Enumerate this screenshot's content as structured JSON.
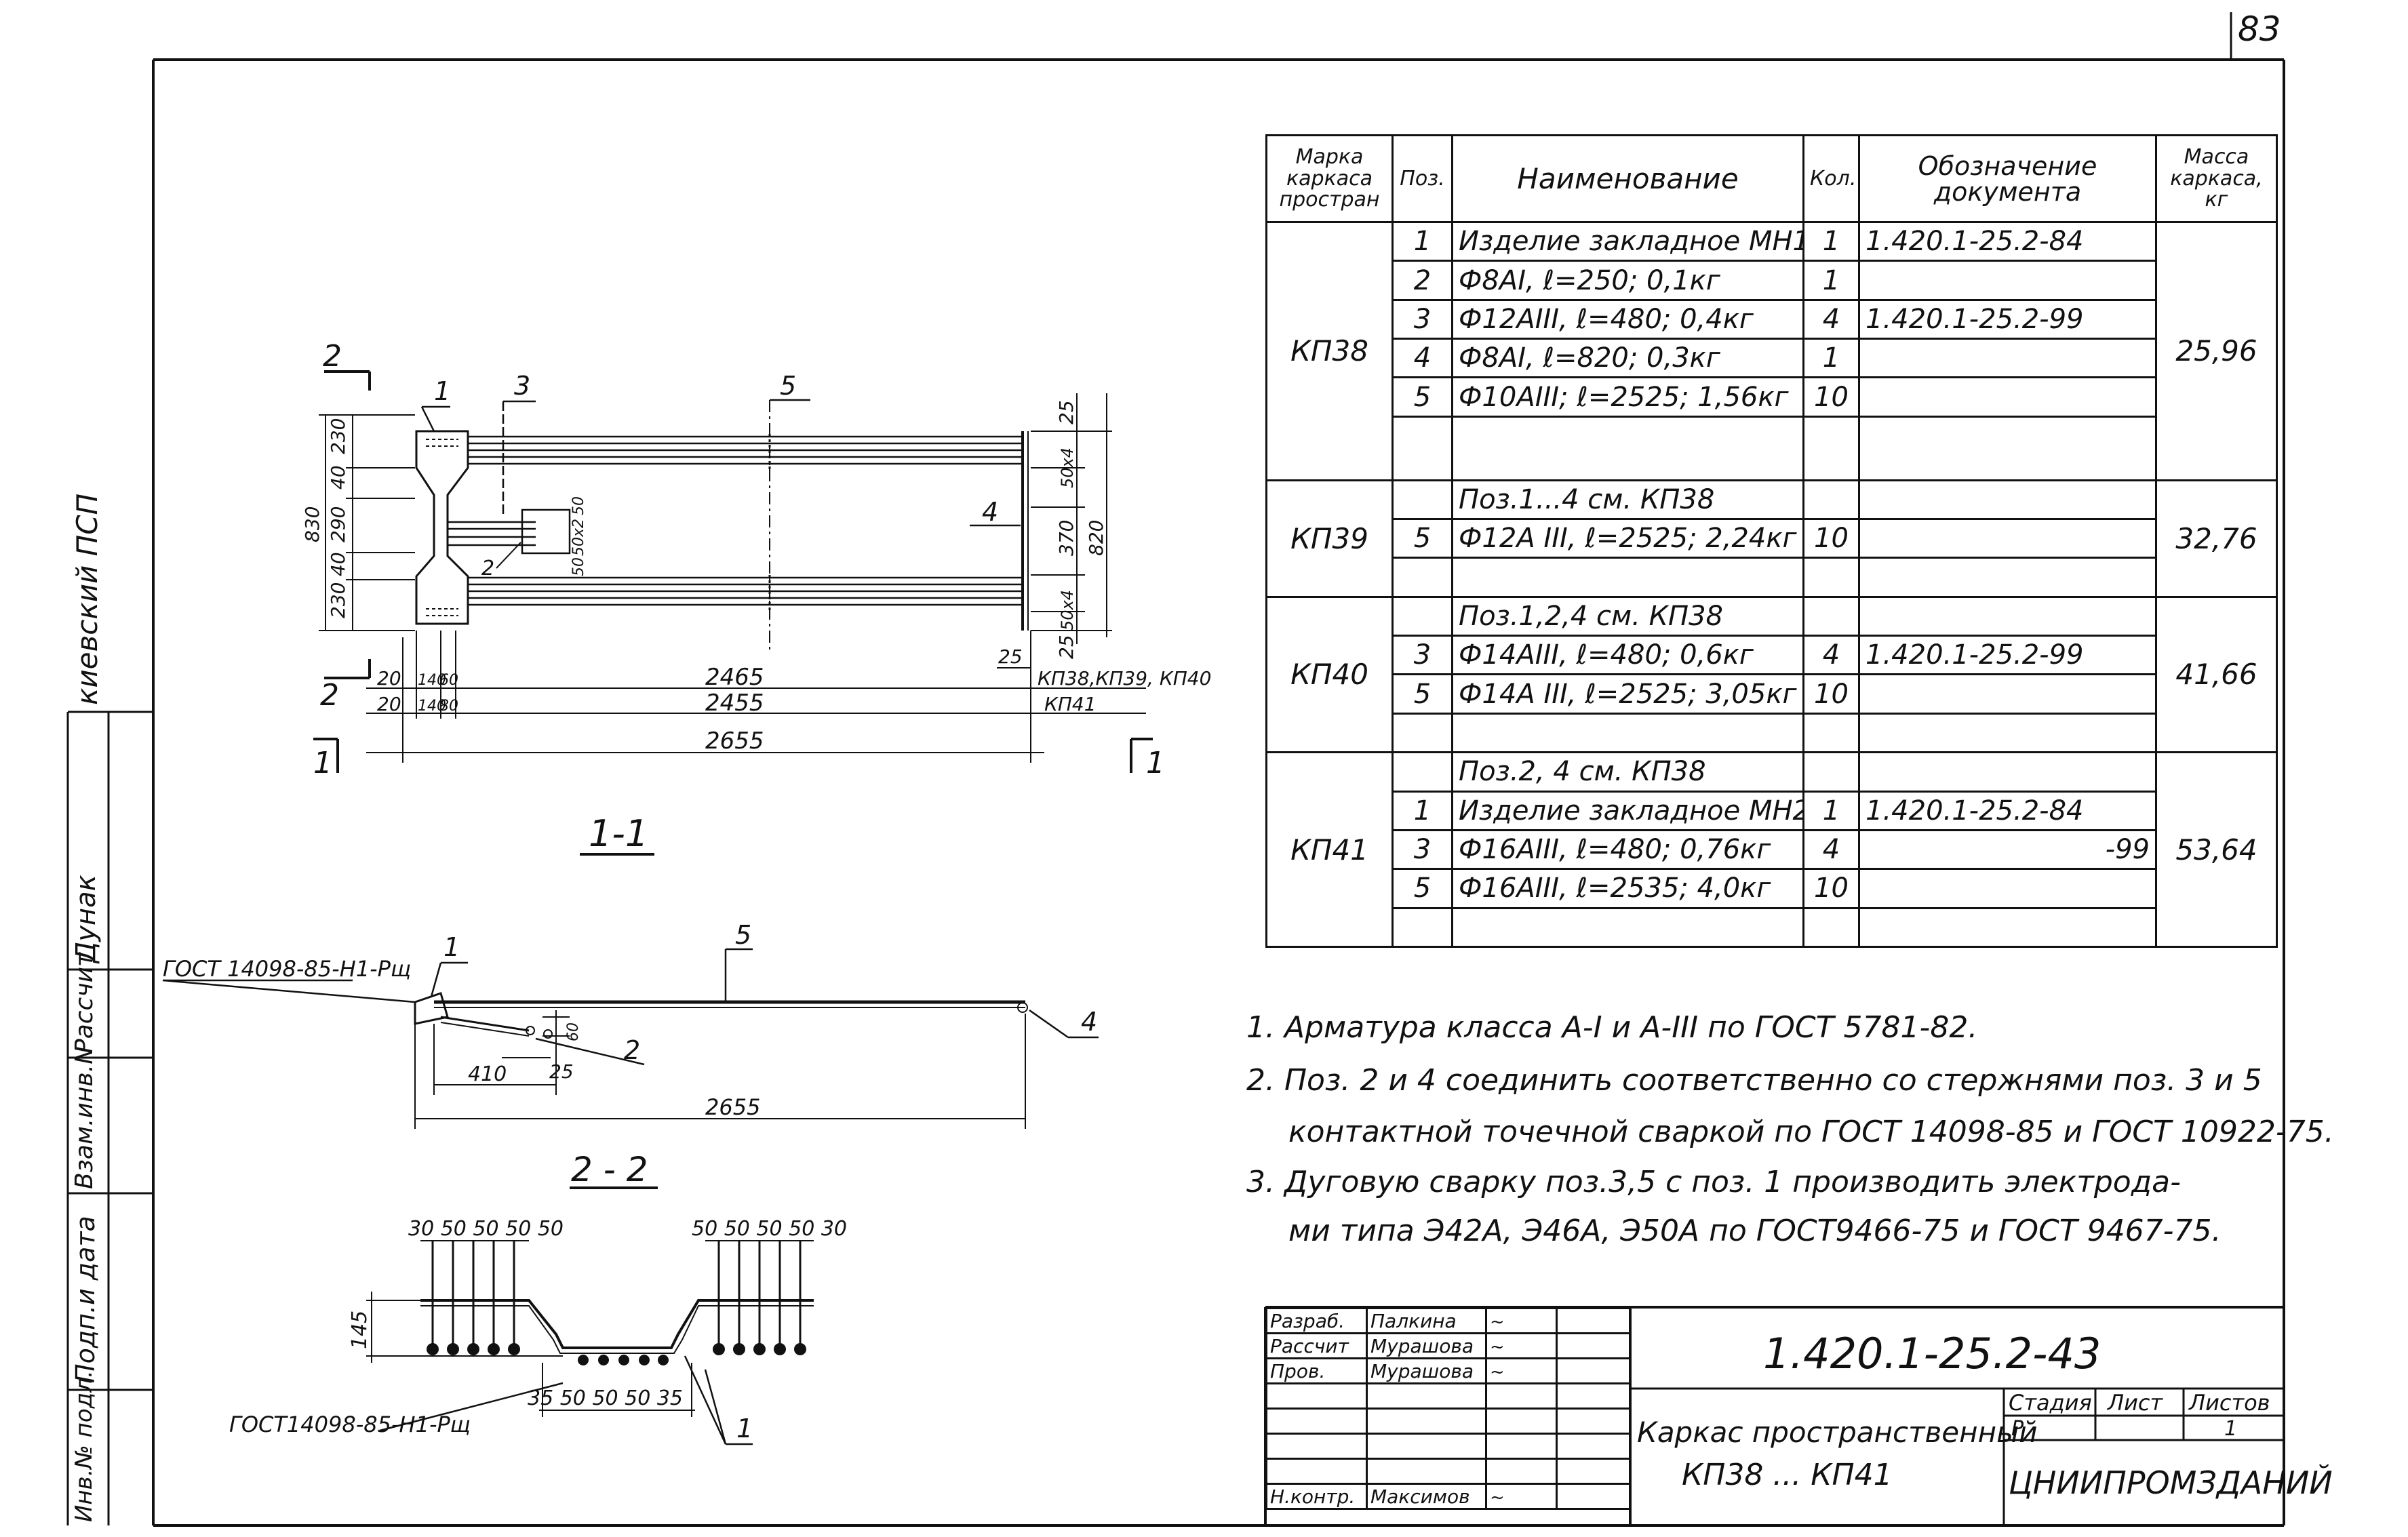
{
  "page_number": "83",
  "side_stamp": {
    "org": "киевский ПСП",
    "signers": [
      "Дунак",
      "Рассчит",
      "Взам.инв.N",
      "Подп.и дата",
      "Инв.№ подл."
    ]
  },
  "drawing": {
    "plan": {
      "callouts": {
        "c1": "1",
        "c2": "3",
        "c3": "5",
        "c4": "4",
        "c5": "2"
      },
      "section_mark": "2",
      "left_dims": {
        "d830": "830",
        "d230a": "230",
        "d40a": "40",
        "d290": "290",
        "d40b": "40",
        "d230b": "230"
      },
      "inner_dims": {
        "d50": "50",
        "d50x2": "50х2",
        "d50b": "50"
      },
      "right_dims": {
        "d25a": "25",
        "d50x4a": "50х4",
        "d370": "370",
        "d820": "820",
        "d50x4b": "50х4",
        "d25b": "25"
      },
      "bottom_dims": {
        "r1a": "20",
        "r1b": "140",
        "r1c": "60",
        "r1d": "2465",
        "r1tag": "КП38,КП39, КП40",
        "r2a": "20",
        "r2b": "140",
        "r2c": "80",
        "r2d": "2455",
        "r2tag": "КП41",
        "r3": "2655",
        "r3c": "25"
      },
      "cut_mark": "1"
    },
    "section_1_label": "1-1",
    "section_1": {
      "gost": "ГОСТ 14098-85-Н1-Рщ",
      "callouts": {
        "c1": "1",
        "c5": "5",
        "c2": "2",
        "c4": "4"
      },
      "dims": {
        "d60": "60",
        "d25": "25",
        "d410": "410",
        "d2655": "2655"
      }
    },
    "section_2_label": "2 - 2",
    "section_2": {
      "top_left_dims": "30 50 50 50 50",
      "top_right_dims": "50 50 50 50 30",
      "d145": "145",
      "bottom_dims": "35  50 50 50  35",
      "gost": "ГОСТ14098-85-Н1-Рщ",
      "callout": "1"
    }
  },
  "spec_table": {
    "headers": {
      "mark": "Марка каркаса простран",
      "pos": "Поз.",
      "name": "Наименование",
      "qty": "Кол.",
      "doc": "Обозначение документа",
      "mass": "Масса каркаса, кг"
    },
    "groups": [
      {
        "mark": "КП38",
        "mass": "25,96",
        "rows": [
          {
            "pos": "1",
            "name": "Изделие закладное МН1",
            "qty": "1",
            "doc": "1.420.1-25.2-84"
          },
          {
            "pos": "2",
            "name": "Ф8АI,  ℓ=250;  0,1кг",
            "qty": "1",
            "doc": ""
          },
          {
            "pos": "3",
            "name": "Ф12АIII,  ℓ=480;  0,4кг",
            "qty": "4",
            "doc": "1.420.1-25.2-99"
          },
          {
            "pos": "4",
            "name": "Ф8АI,  ℓ=820;  0,3кг",
            "qty": "1",
            "doc": ""
          },
          {
            "pos": "5",
            "name": "Ф10АIII;  ℓ=2525; 1,56кг",
            "qty": "10",
            "doc": ""
          },
          {
            "pos": "",
            "name": "",
            "qty": "",
            "doc": ""
          }
        ]
      },
      {
        "mark": "КП39",
        "mass": "32,76",
        "rows": [
          {
            "pos": "",
            "name": "Поз.1...4  см.  КП38",
            "qty": "",
            "doc": ""
          },
          {
            "pos": "5",
            "name": "Ф12А III,  ℓ=2525;  2,24кг",
            "qty": "10",
            "doc": ""
          },
          {
            "pos": "",
            "name": "",
            "qty": "",
            "doc": ""
          }
        ]
      },
      {
        "mark": "КП40",
        "mass": "41,66",
        "rows": [
          {
            "pos": "",
            "name": "Поз.1,2,4  см. КП38",
            "qty": "",
            "doc": ""
          },
          {
            "pos": "3",
            "name": "Ф14АIII,  ℓ=480;  0,6кг",
            "qty": "4",
            "doc": "1.420.1-25.2-99"
          },
          {
            "pos": "5",
            "name": "Ф14А III,  ℓ=2525;  3,05кг",
            "qty": "10",
            "doc": ""
          },
          {
            "pos": "",
            "name": "",
            "qty": "",
            "doc": ""
          }
        ]
      },
      {
        "mark": "КП41",
        "mass": "53,64",
        "rows": [
          {
            "pos": "",
            "name": "Поз.2,  4  см.  КП38",
            "qty": "",
            "doc": ""
          },
          {
            "pos": "1",
            "name": "Изделие закладное МН2",
            "qty": "1",
            "doc": "1.420.1-25.2-84"
          },
          {
            "pos": "3",
            "name": "Ф16АIII,  ℓ=480;  0,76кг",
            "qty": "4",
            "doc": "-99"
          },
          {
            "pos": "5",
            "name": "Ф16АIII,  ℓ=2535;  4,0кг",
            "qty": "10",
            "doc": ""
          },
          {
            "pos": "",
            "name": "",
            "qty": "",
            "doc": ""
          }
        ]
      }
    ]
  },
  "notes": [
    "1.  Арматура класса  А-I  и  А-III  по  ГОСТ 5781-82.",
    "2.  Поз. 2 и 4  соединить  соответственно со стержнями поз. 3 и 5",
    "контактной точечной сваркой по  ГОСТ 14098-85 и  ГОСТ 10922-75.",
    "3.  Дуговую  сварку  поз.3,5 с поз. 1 производить  электрода-",
    "ми  типа  Э42А, Э46А, Э50А  по ГОСТ9466-75 и  ГОСТ 9467-75."
  ],
  "title_block": {
    "rows": [
      {
        "role": "Разраб.",
        "name": "Палкина"
      },
      {
        "role": "Рассчит",
        "name": "Мурашова"
      },
      {
        "role": "Пров.",
        "name": "Мурашова"
      },
      {
        "role": "",
        "name": ""
      },
      {
        "role": "",
        "name": ""
      },
      {
        "role": "",
        "name": ""
      },
      {
        "role": "",
        "name": ""
      },
      {
        "role": "Н.контр.",
        "name": "Максимов"
      }
    ],
    "code": "1.420.1-25.2-43",
    "title_line1": "Каркас пространственный",
    "title_line2": "КП38 ... КП41",
    "stage_label": "Стадия",
    "sheet_label": "Лист",
    "sheets_label": "Листов",
    "stage": "Р",
    "sheets": "1",
    "org": "ЦНИИПРОМЗДАНИЙ"
  }
}
